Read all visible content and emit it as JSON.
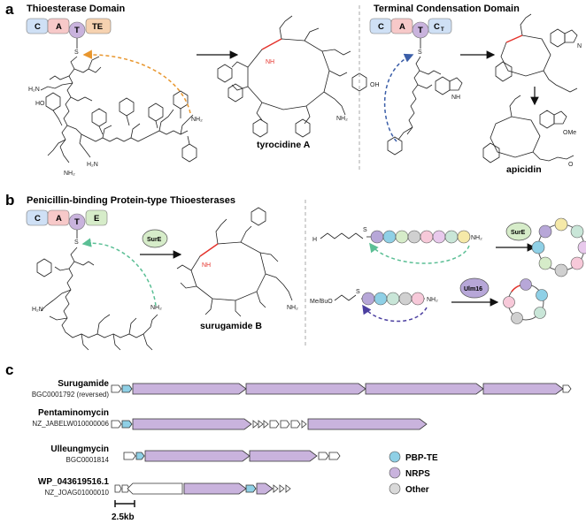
{
  "panels": {
    "a": {
      "letter": "a",
      "left_title": "Thioesterase Domain",
      "left_domains": [
        "C",
        "A",
        "T",
        "TE"
      ],
      "left_product": "tyrocidine A",
      "right_title": "Terminal Condensation Domain",
      "right_domains": [
        "C",
        "A",
        "T",
        "C",
        "T"
      ],
      "right_product": "apicidin"
    },
    "b": {
      "letter": "b",
      "title": "Penicillin-binding Protein-type Thioesterases",
      "domains": [
        "C",
        "A",
        "T",
        "E"
      ],
      "enzyme1": "SurE",
      "enzyme2": "SurE",
      "enzyme3": "Ulm16",
      "product": "surugamide B",
      "chain_end": "NH₂",
      "prefix_top": "H",
      "prefix_bottom": "Me/BuO"
    },
    "c": {
      "letter": "c",
      "clusters": [
        {
          "name": "Surugamide",
          "accession": "BGC0001792 (reversed)"
        },
        {
          "name": "Pentaminomycin",
          "accession": "NZ_JABELW010000006"
        },
        {
          "name": "Ulleungmycin",
          "accession": "BGC0001814"
        },
        {
          "name": "WP_043619516.1",
          "accession": "NZ_JOAG01000010"
        }
      ],
      "scale_label": "2.5kb",
      "legend": [
        {
          "label": "PBP-TE",
          "color": "#8fd0e6"
        },
        {
          "label": "NRPS",
          "color": "#c9b3dd"
        },
        {
          "label": "Other",
          "color": "#d9d9d9"
        }
      ]
    },
    "chem": {
      "nh2": "NH₂",
      "oh": "HO",
      "oh2": "OH",
      "nh": "NH",
      "n": "N",
      "s": "S",
      "o": "O",
      "h2n": "H₂N",
      "ome": "OMe"
    }
  },
  "colors": {
    "C": "#cfe0f5",
    "A": "#f7c9c9",
    "T": "#c9b3dd",
    "TE": "#f6d2b0",
    "E": "#d6ecc9",
    "orange_arrow": "#e8962e",
    "blue_arrow": "#3b5ea8",
    "green_arrow": "#5bbf95",
    "purple_arrow": "#4b3fa0",
    "red_bond": "#e5322b",
    "nrps": "#c9b3dd",
    "pbpte": "#8fd0e6"
  }
}
